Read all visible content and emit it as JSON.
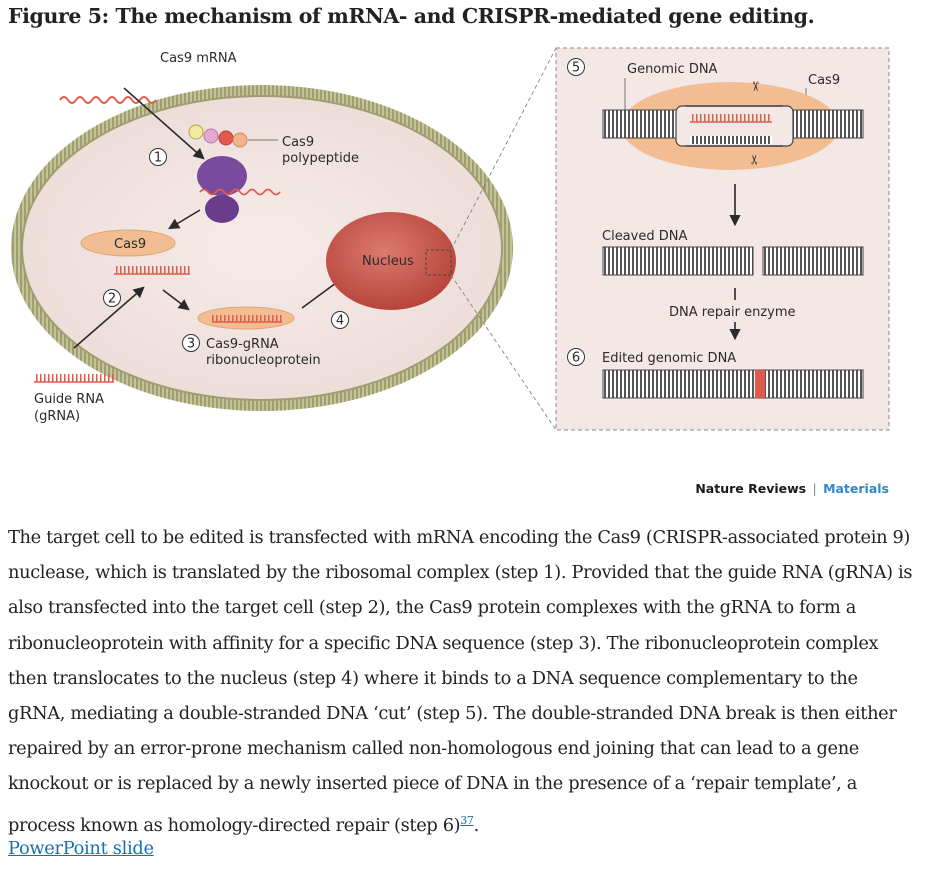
{
  "figure": {
    "title": "Figure 5: The mechanism of mRNA- and CRISPR-mediated gene editing."
  },
  "diagram": {
    "cas9_mrna": "Cas9 mRNA",
    "step1": "1",
    "cas9_polypeptide": [
      "Cas9",
      "polypeptide"
    ],
    "cas9_protein": "Cas9",
    "step2": "2",
    "guide_rna": [
      "Guide RNA",
      "(gRNA)"
    ],
    "step3": "3",
    "rnp_label": [
      "Cas9-gRNA",
      "ribonucleoprotein"
    ],
    "step4": "4",
    "nucleus": "Nucleus",
    "step5": "5",
    "genomic_dna": "Genomic DNA",
    "cas9_inset": "Cas9",
    "cleaved_dna": "Cleaved DNA",
    "repair_enzyme": "DNA repair enzyme",
    "step6": "6",
    "edited_dna": "Edited genomic DNA"
  },
  "credit": {
    "journal": "Nature Reviews",
    "separator": "|",
    "section": "Materials"
  },
  "caption": {
    "text": "The target cell to be edited is transfected with mRNA encoding the Cas9 (CRISPR-associated protein 9) nuclease, which is translated by the ribosomal complex (step 1). Provided that the guide RNA (gRNA) is also transfected into the target cell (step 2), the Cas9 protein complexes with the gRNA to form a ribonucleoprotein with affinity for a specific DNA sequence (step 3). The ribonucleoprotein complex then translocates to the nucleus (step 4) where it binds to a DNA sequence complementary to the gRNA, mediating a double-stranded DNA ‘cut’ (step 5). The double-stranded DNA break is then either repaired by an error-prone mechanism called non-homologous end joining that can lead to a gene knockout or is replaced by a newly inserted piece of DNA in the presence of a ‘repair template’, a process known as homology-directed repair (step 6)",
    "ref": "37",
    "end": "."
  },
  "links": {
    "powerpoint": "PowerPoint slide"
  },
  "colors": {
    "membrane": "#c5c497",
    "cytoplasm": "#f0e4e1",
    "cas9": "#f2bd92",
    "nucleus": "#c9544a",
    "rna": "#e25b4a",
    "ribosome": "#7a4a9c",
    "inset_bg": "#f3e8e6",
    "dna": "#505050",
    "accent_link": "#1a6fae",
    "brand_accent": "#2f88c8"
  }
}
